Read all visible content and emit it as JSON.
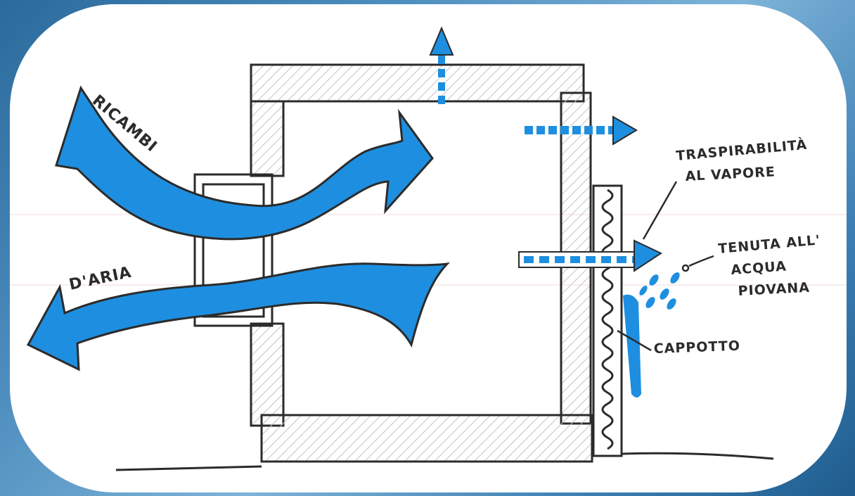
{
  "labels": {
    "ricambi": "RICAMBI",
    "d_aria": "D'ARIA",
    "traspirabilita_1": "TRASPIRABILITÀ",
    "traspirabilita_2": "AL VAPORE",
    "tenuta_1": "TENUTA ALL'",
    "tenuta_2": "ACQUA",
    "tenuta_3": "PIOVANA",
    "cappotto": "CAPPOTTO"
  },
  "colors": {
    "arrow_blue": "#1e8fe0",
    "ink": "#2b2b2b",
    "hatch": "#b8b8b8",
    "background": "#4f8fbf"
  }
}
